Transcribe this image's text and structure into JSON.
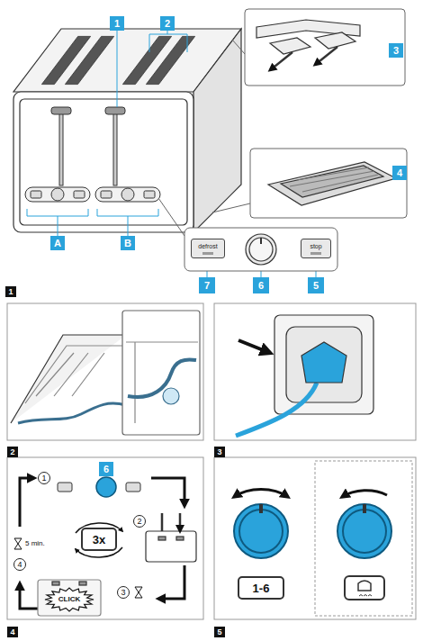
{
  "diagram": {
    "nodes": [
      {
        "text": [
          "1"
        ]
      },
      {
        "text": [
          "2"
        ]
      },
      {
        "text": [
          "3"
        ]
      },
      {
        "text": [
          "4"
        ]
      },
      {
        "text": [
          "A"
        ]
      },
      {
        "text": [
          "B"
        ]
      },
      {
        "text": [
          "defrost"
        ]
      },
      {
        "text": [
          "stop"
        ]
      },
      {
        "text": [
          "7"
        ]
      },
      {
        "text": [
          "6"
        ]
      },
      {
        "text": [
          "5"
        ]
      },
      {
        "text": [
          "1"
        ]
      },
      {
        "text": [
          "2"
        ]
      },
      {
        "text": [
          "3"
        ]
      },
      {
        "text": [
          "1"
        ]
      },
      {
        "text": [
          "6"
        ]
      },
      {
        "text": [
          "3x"
        ]
      },
      {
        "text": [
          "2"
        ]
      },
      {
        "text": [
          "3"
        ]
      },
      {
        "text": [
          "4"
        ]
      },
      {
        "text": [
          "CLICK"
        ]
      },
      {
        "text": [
          "4"
        ]
      },
      {
        "text": [
          "1-6"
        ]
      },
      {
        "text": [
          "5"
        ]
      }
    ],
    "labels": [
      "5 min."
    ]
  }
}
